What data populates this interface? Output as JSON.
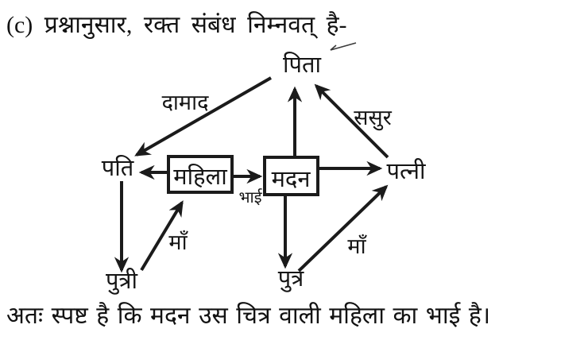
{
  "page": {
    "intro_text": "(c) प्रश्नानुसार, रक्त संबंध निम्नवत् है-",
    "conclusion_text": "अतः स्पष्ट है कि मदन उस चित्र वाली महिला का भाई है।"
  },
  "diagram": {
    "nodes": {
      "father": "पिता",
      "husband": "पति",
      "woman": "महिला",
      "madan": "मदन",
      "wife": "पत्नी",
      "daughter": "पुत्री",
      "son": "पुत्र"
    },
    "boxed_nodes": [
      "महिला",
      "मदन"
    ],
    "edges": [
      {
        "from": "पिता",
        "to": "पति",
        "label": "दामाद"
      },
      {
        "from": "मदन",
        "to": "पिता",
        "label": ""
      },
      {
        "from": "पत्नी",
        "to": "पिता",
        "label": "ससुर"
      },
      {
        "from": "महिला",
        "to": "पति",
        "label": ""
      },
      {
        "from": "महिला",
        "to": "मदन",
        "label": "भाई"
      },
      {
        "from": "मदन",
        "to": "पत्नी",
        "label": ""
      },
      {
        "from": "पति",
        "to": "पुत्री",
        "label": ""
      },
      {
        "from": "पुत्री",
        "to": "महिला",
        "label": "माँ"
      },
      {
        "from": "मदन",
        "to": "पुत्र",
        "label": ""
      },
      {
        "from": "पुत्र",
        "to": "पत्नी",
        "label": "माँ"
      }
    ],
    "colors": {
      "ink": "#1b1b1b",
      "background": "#ffffff"
    }
  }
}
